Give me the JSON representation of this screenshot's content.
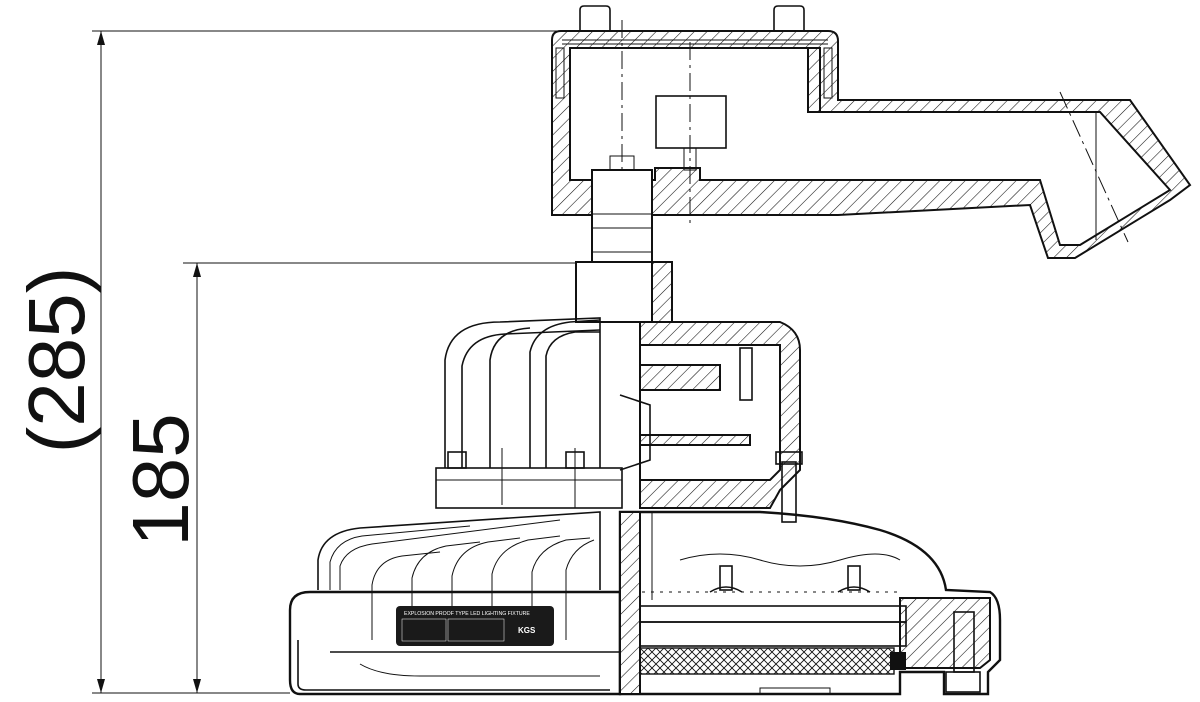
{
  "dimensions": {
    "overall_height": "(285)",
    "body_height": "185"
  },
  "nameplate": {
    "title": "EXPLOSION PROOF TYPE LED LIGHTING FIXTURE",
    "cert_mark": "KGS"
  },
  "colors": {
    "line": "#111111",
    "background": "#ffffff"
  }
}
